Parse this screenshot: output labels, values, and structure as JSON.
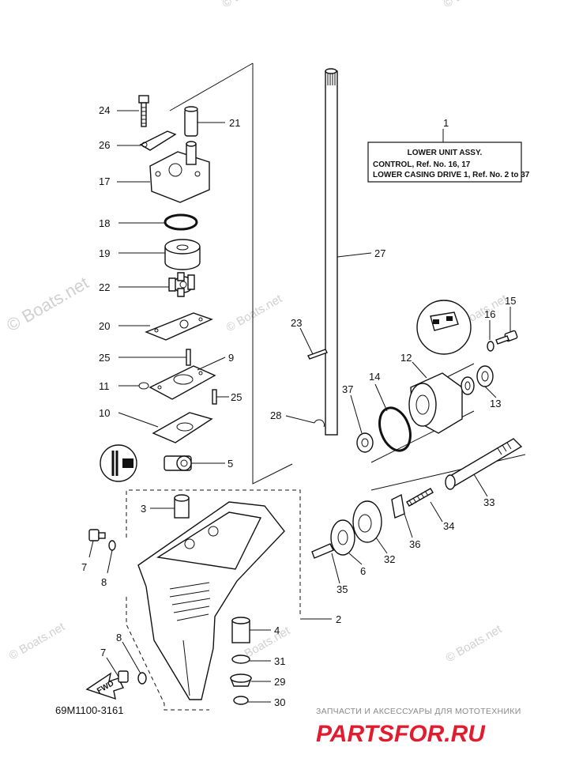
{
  "watermark_text": "© Boats.net",
  "diagram_code": "69M1100-3161",
  "title_box": {
    "ref": "1",
    "line1": "LOWER UNIT ASSY.",
    "line2": "CONTROL,   Ref. No. 16, 17",
    "line3": "LOWER CASING DRIVE 1,   Ref. No. 2 to 37"
  },
  "fwd_label": "FWD",
  "brand": {
    "tagline": "ЗАПЧАСТИ И АКСЕССУАРЫ ДЛЯ МОТОТЕХНИКИ",
    "name": "PARTSFOR.RU",
    "color": "#e31b2e"
  },
  "callouts": {
    "c24": "24",
    "c21": "21",
    "c26": "26",
    "c17": "17",
    "c18": "18",
    "c19": "19",
    "c22": "22",
    "c20": "20",
    "c25a": "25",
    "c9": "9",
    "c11": "11",
    "c25b": "25",
    "c10": "10",
    "c5": "5",
    "c3": "3",
    "c7a": "7",
    "c8a": "8",
    "c2": "2",
    "c4": "4",
    "c31": "31",
    "c29": "29",
    "c30": "30",
    "c8b": "8",
    "c7b": "7",
    "c27": "27",
    "c23": "23",
    "c28": "28",
    "c15": "15",
    "c16": "16",
    "c12": "12",
    "c14": "14",
    "c37": "37",
    "c13": "13",
    "c33": "33",
    "c34": "34",
    "c36": "36",
    "c32": "32",
    "c6": "6",
    "c35": "35"
  }
}
